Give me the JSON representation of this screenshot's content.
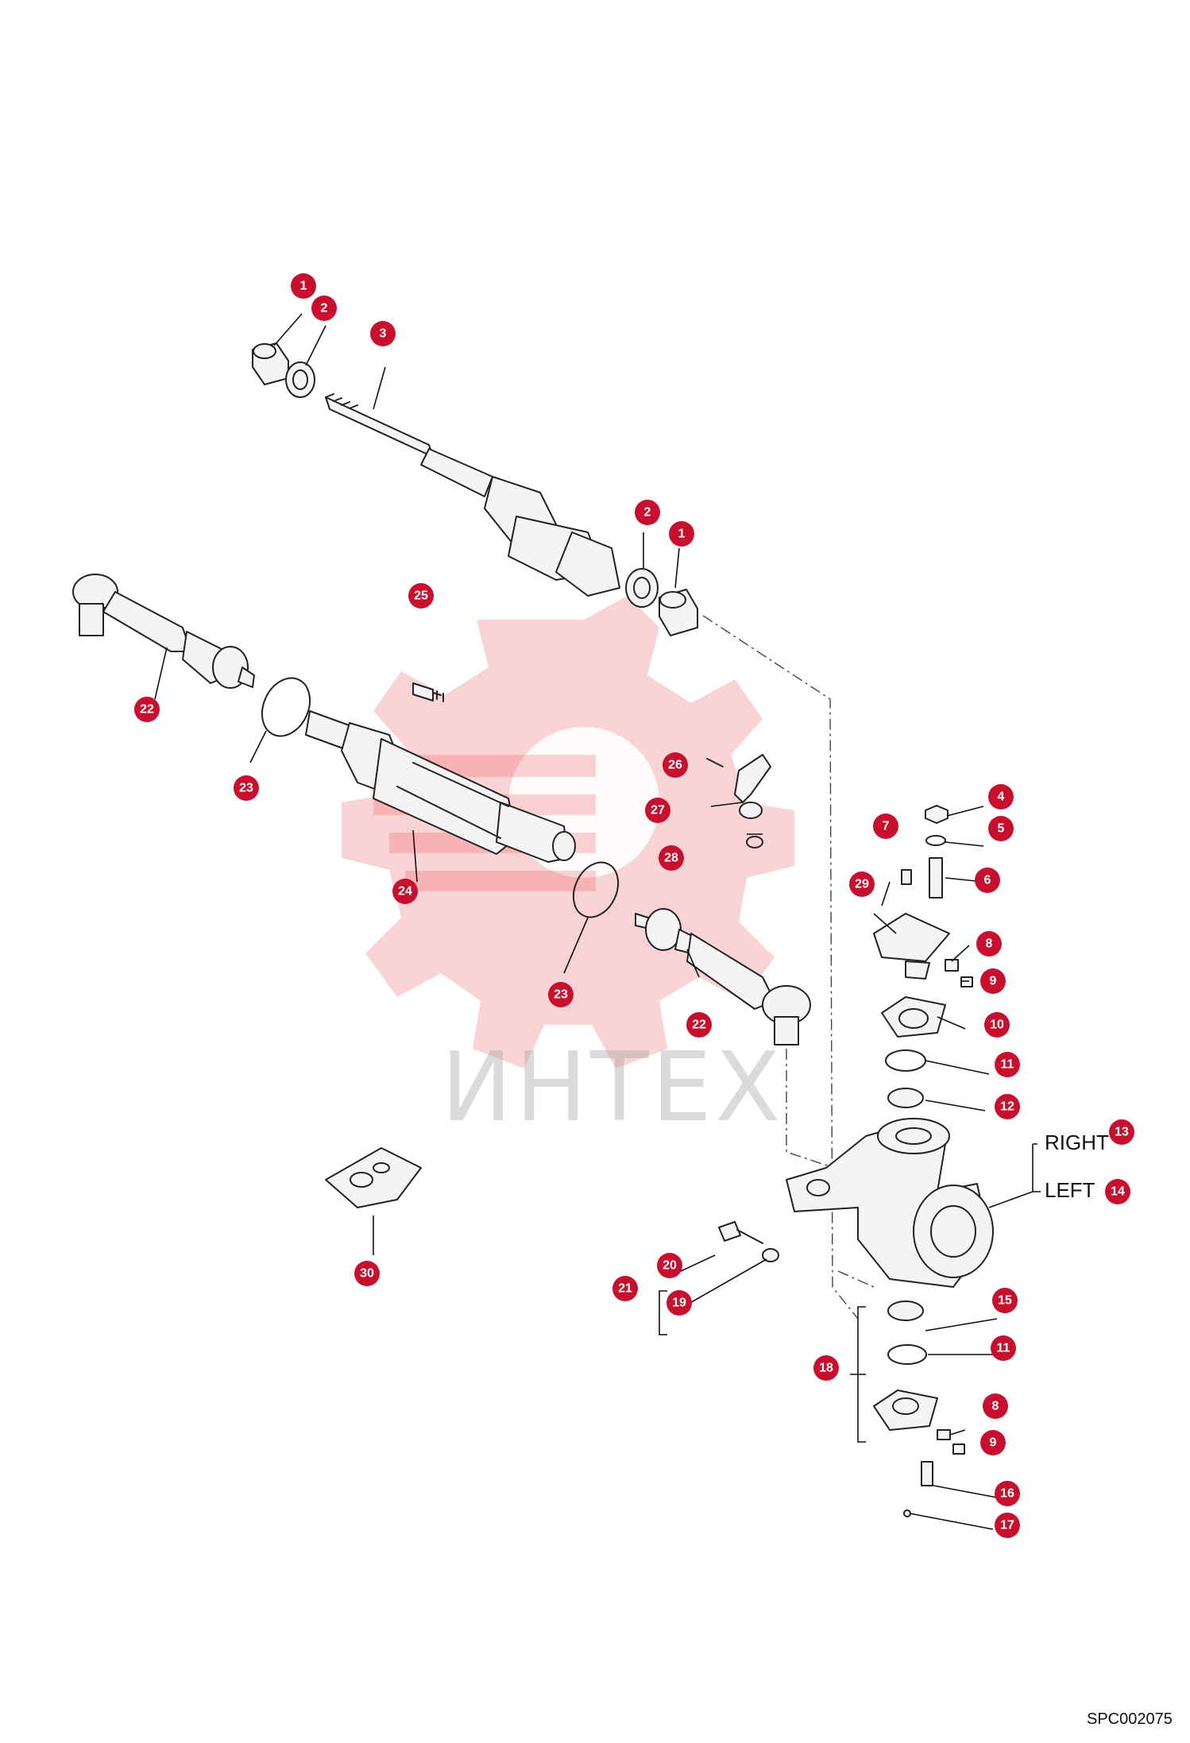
{
  "diagram": {
    "drawing_code": "SPC002075",
    "watermark": "ИНТЕХ",
    "side_labels": {
      "right": "RIGHT",
      "left": "LEFT"
    },
    "callouts": [
      {
        "n": "1"
      },
      {
        "n": "2"
      },
      {
        "n": "3"
      },
      {
        "n": "2"
      },
      {
        "n": "1"
      },
      {
        "n": "25"
      },
      {
        "n": "22"
      },
      {
        "n": "23"
      },
      {
        "n": "26"
      },
      {
        "n": "27"
      },
      {
        "n": "28"
      },
      {
        "n": "24"
      },
      {
        "n": "23"
      },
      {
        "n": "22"
      },
      {
        "n": "7"
      },
      {
        "n": "4"
      },
      {
        "n": "5"
      },
      {
        "n": "6"
      },
      {
        "n": "29"
      },
      {
        "n": "8"
      },
      {
        "n": "9"
      },
      {
        "n": "10"
      },
      {
        "n": "11"
      },
      {
        "n": "12"
      },
      {
        "n": "13"
      },
      {
        "n": "14"
      },
      {
        "n": "30"
      },
      {
        "n": "20"
      },
      {
        "n": "21"
      },
      {
        "n": "19"
      },
      {
        "n": "15"
      },
      {
        "n": "11"
      },
      {
        "n": "18"
      },
      {
        "n": "8"
      },
      {
        "n": "9"
      },
      {
        "n": "16"
      },
      {
        "n": "17"
      }
    ]
  }
}
